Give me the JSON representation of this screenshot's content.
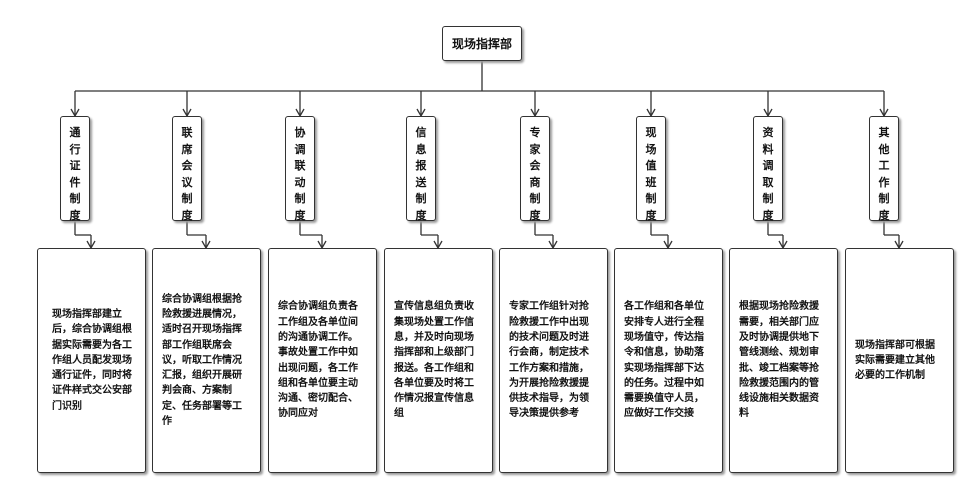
{
  "root": {
    "label": "现场指挥部"
  },
  "branches": [
    {
      "title": "通行证件制度",
      "detail": "现场指挥部建立后，综合协调组根据实际需要为各工作组人员配发现场通行证件，同时将证件样式交公安部门识别"
    },
    {
      "title": "联席会议制度",
      "detail": "综合协调组根据抢险救援进展情况，适时召开现场指挥部工作组联席会议，听取工作情况汇报，组织开展研判会商、方案制定、任务部署等工作"
    },
    {
      "title": "协调联动制度",
      "detail": "综合协调组负责各工作组及各单位间的沟通协调工作。事故处置工作中如出现问题，各工作组和各单位要主动沟通、密切配合、协同应对"
    },
    {
      "title": "信息报送制度",
      "detail": "宣传信息组负责收集现场处置工作信息，并及时向现场指挥部和上级部门报送。各工作组和各单位要及时将工作情况报宣传信息组"
    },
    {
      "title": "专家会商制度",
      "detail": "专家工作组针对抢险救援工作中出现的技术问题及时进行会商，制定技术工作方案和措施，为开展抢险救援提供技术指导，为领导决策提供参考"
    },
    {
      "title": "现场值班制度",
      "detail": "各工作组和各单位安排专人进行全程现场值守，传达指令和信息，协助落实现场指挥部下达的任务。过程中如需要换值守人员，应做好工作交接"
    },
    {
      "title": "资料调取制度",
      "detail": "根据现场抢险救援需要，相关部门应及时协调提供地下管线测绘、规划审批、竣工档案等抢险救援范围内的管线设施相关数据资料"
    },
    {
      "title": "其他工作制度",
      "detail": "现场指挥部可根据实际需要建立其他必要的工作机制"
    }
  ]
}
